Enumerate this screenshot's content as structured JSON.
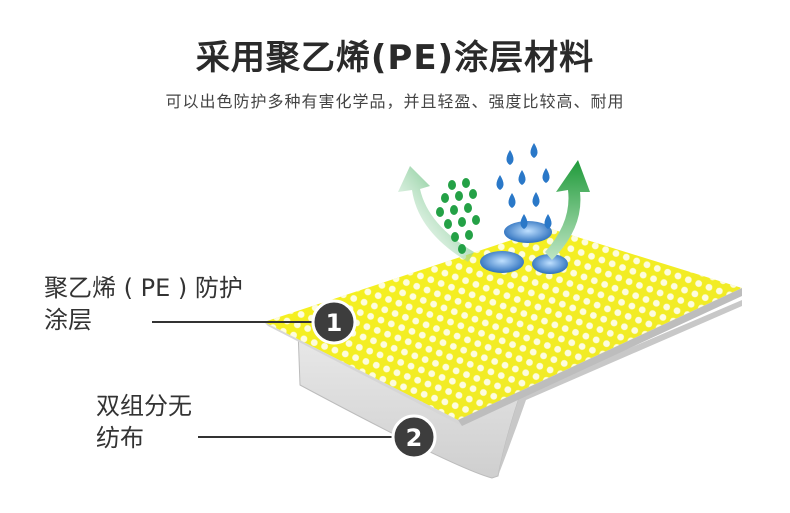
{
  "title": "采用聚乙烯(PE)涂层材料",
  "subtitle": "可以出色防护多种有害化学品，并且轻盈、强度比较高、耐用",
  "layers": [
    {
      "number": "1",
      "label_lines": [
        "聚乙烯 ( PE ) 防护",
        "涂层"
      ]
    },
    {
      "number": "2",
      "label_lines": [
        "双组分无",
        "纺布"
      ]
    }
  ],
  "colors": {
    "coating_yellow": "#f5ef1a",
    "fabric_gray": "#dcdcdc",
    "badge_dark": "#3d3d3d",
    "arrow_green": "#1f9a3a",
    "drop_blue": "#2a78c8"
  }
}
